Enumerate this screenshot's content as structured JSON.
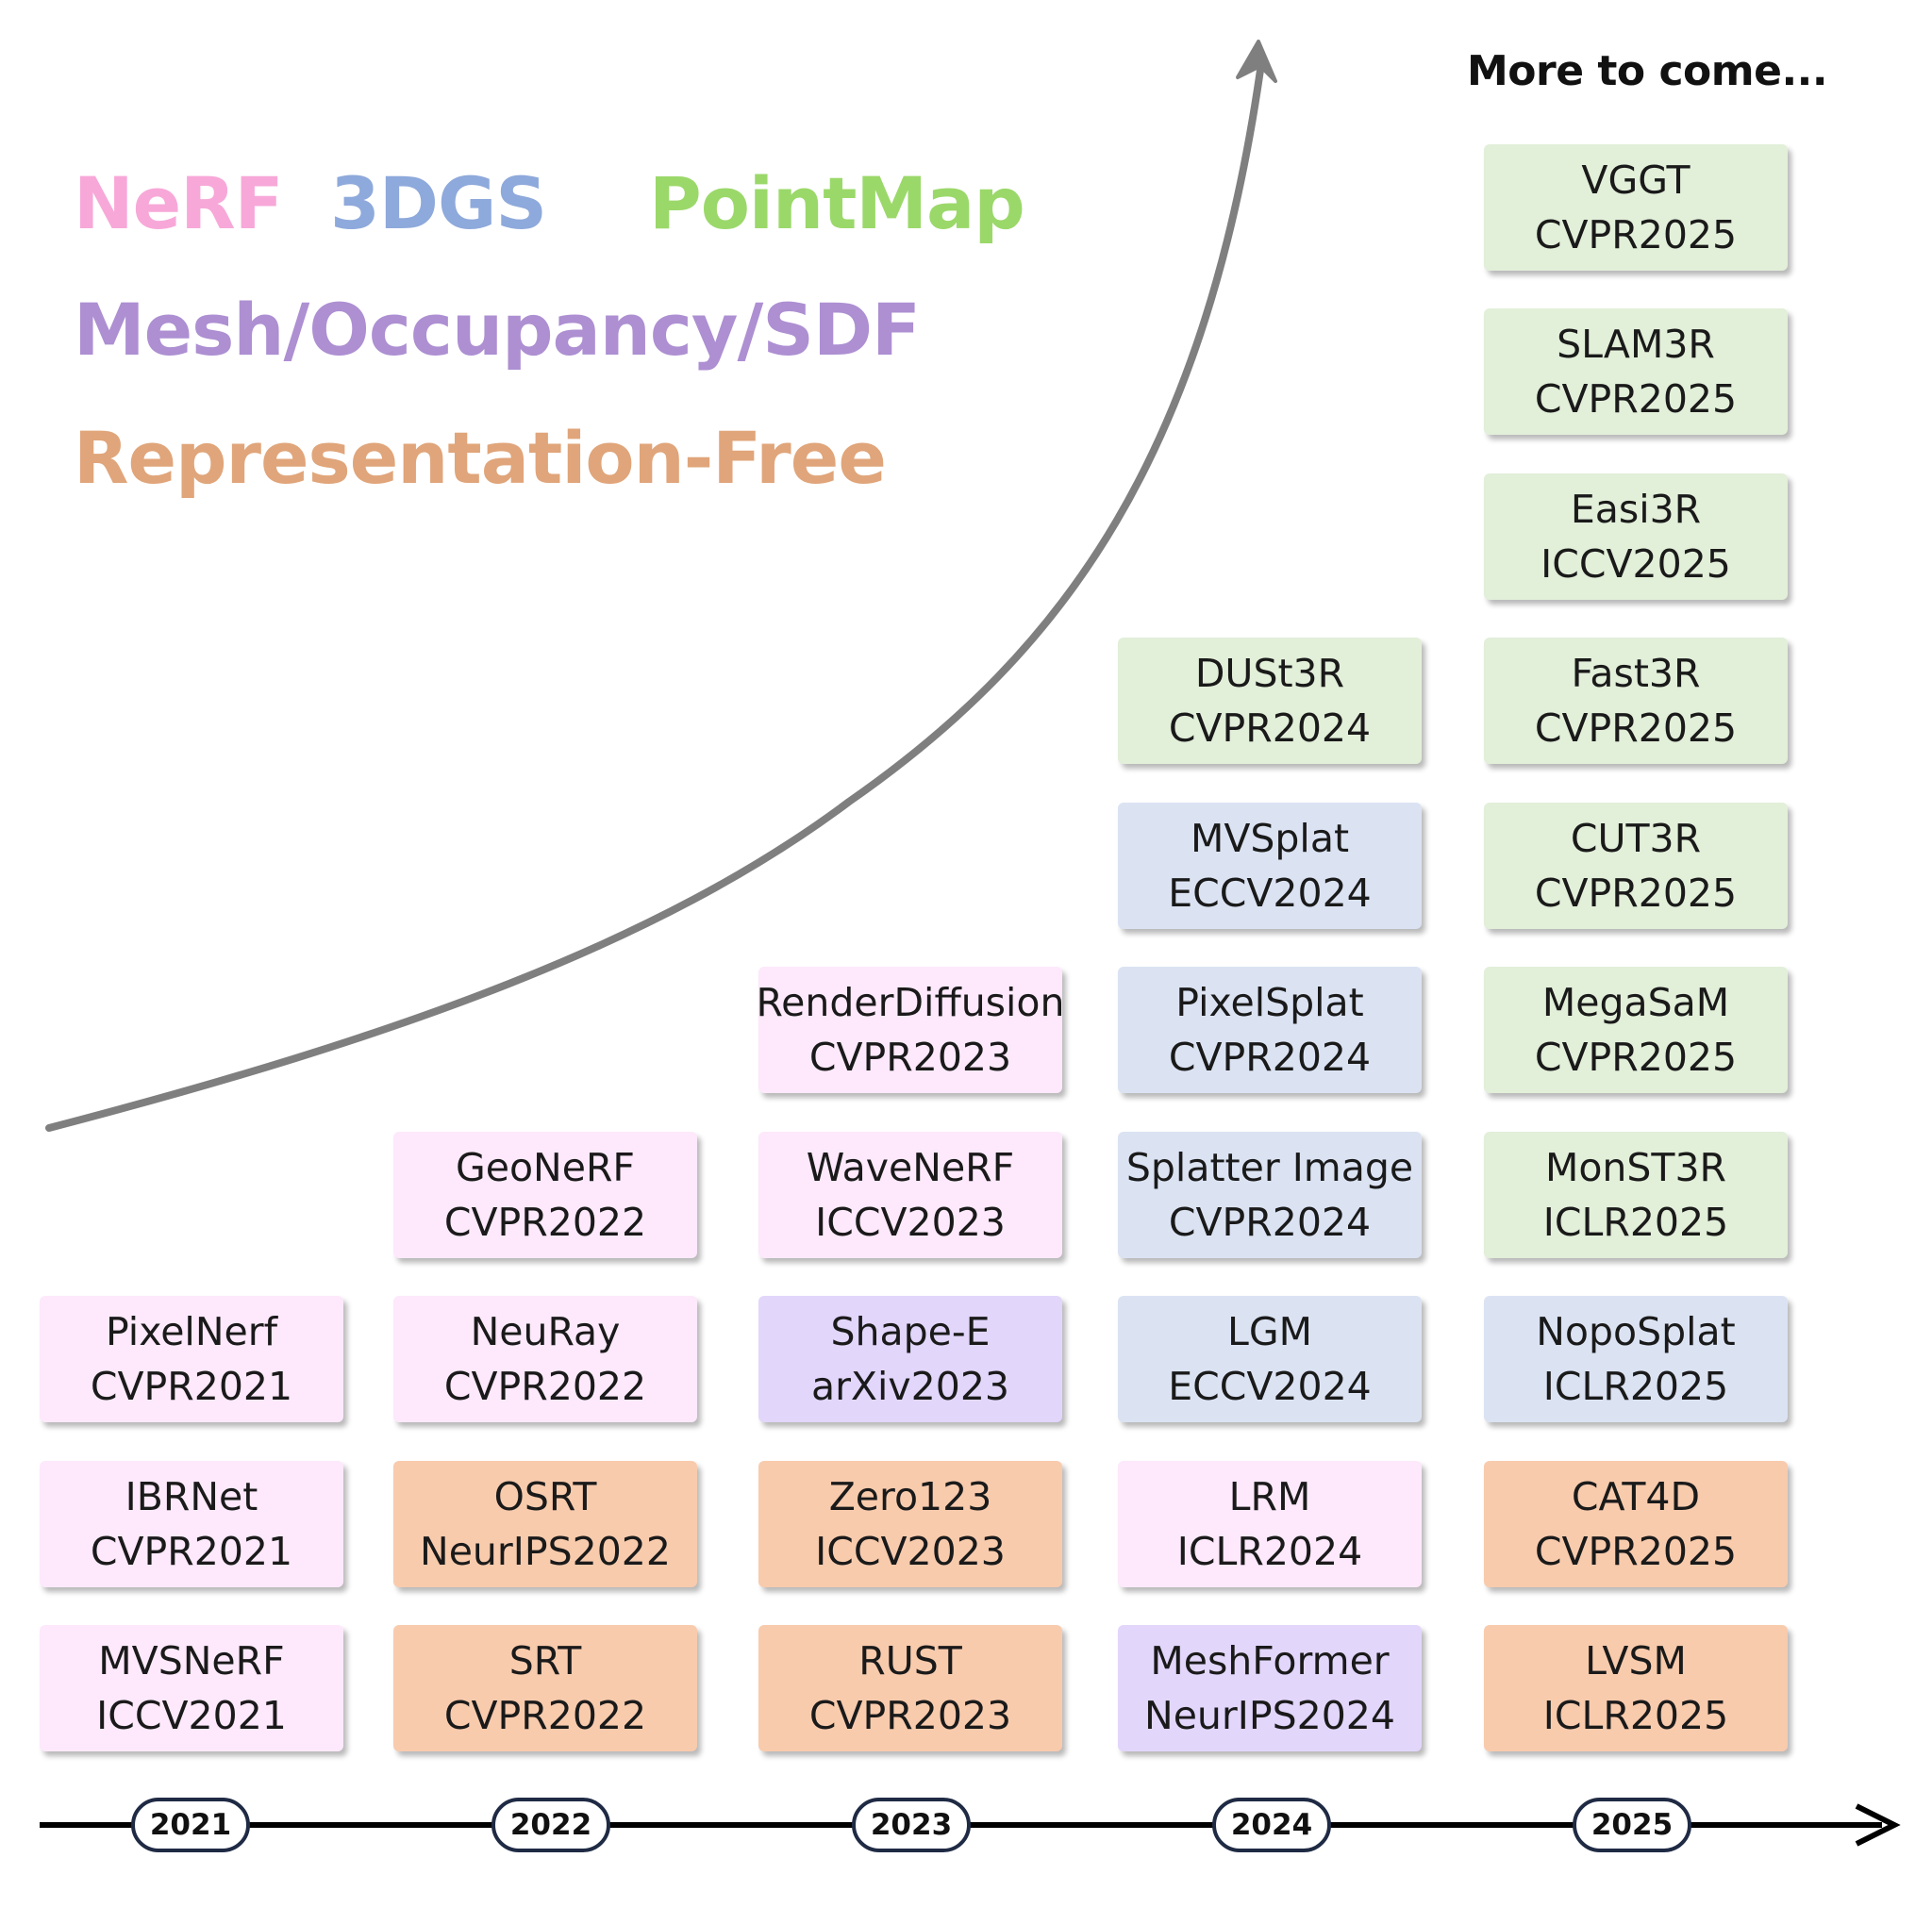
{
  "legend": [
    {
      "label": "NeRF",
      "color": "#f7a8d8"
    },
    {
      "label": "3DGS",
      "color": "#8ea9db"
    },
    {
      "label": "PointMap",
      "color": "#9bd86a"
    },
    {
      "label": "Mesh/Occupancy/SDF",
      "color": "#ad8fd2"
    },
    {
      "label": "Representation-Free",
      "color": "#e0a57a"
    }
  ],
  "more_to_come": "More to come...",
  "years": [
    "2021",
    "2022",
    "2023",
    "2024",
    "2025"
  ],
  "columns": [
    [
      {
        "name": "MVSNeRF",
        "venue": "ICCV2021",
        "category": "nerf"
      },
      {
        "name": "IBRNet",
        "venue": "CVPR2021",
        "category": "nerf"
      },
      {
        "name": "PixelNerf",
        "venue": "CVPR2021",
        "category": "nerf"
      }
    ],
    [
      {
        "name": "SRT",
        "venue": "CVPR2022",
        "category": "rf"
      },
      {
        "name": "OSRT",
        "venue": "NeurIPS2022",
        "category": "rf"
      },
      {
        "name": "NeuRay",
        "venue": "CVPR2022",
        "category": "nerf"
      },
      {
        "name": "GeoNeRF",
        "venue": "CVPR2022",
        "category": "nerf"
      }
    ],
    [
      {
        "name": "RUST",
        "venue": "CVPR2023",
        "category": "rf"
      },
      {
        "name": "Zero123",
        "venue": "ICCV2023",
        "category": "rf"
      },
      {
        "name": "Shape-E",
        "venue": "arXiv2023",
        "category": "mesh"
      },
      {
        "name": "WaveNeRF",
        "venue": "ICCV2023",
        "category": "nerf"
      },
      {
        "name": "RenderDiffusion",
        "venue": "CVPR2023",
        "category": "nerf"
      }
    ],
    [
      {
        "name": "MeshFormer",
        "venue": "NeurIPS2024",
        "category": "mesh"
      },
      {
        "name": "LRM",
        "venue": "ICLR2024",
        "category": "nerf"
      },
      {
        "name": "LGM",
        "venue": "ECCV2024",
        "category": "dgs"
      },
      {
        "name": "Splatter Image",
        "venue": "CVPR2024",
        "category": "dgs"
      },
      {
        "name": "PixelSplat",
        "venue": "CVPR2024",
        "category": "dgs"
      },
      {
        "name": "MVSplat",
        "venue": "ECCV2024",
        "category": "dgs"
      },
      {
        "name": "DUSt3R",
        "venue": "CVPR2024",
        "category": "pm"
      }
    ],
    [
      {
        "name": "LVSM",
        "venue": "ICLR2025",
        "category": "rf"
      },
      {
        "name": "CAT4D",
        "venue": "CVPR2025",
        "category": "rf"
      },
      {
        "name": "NopoSplat",
        "venue": "ICLR2025",
        "category": "dgs"
      },
      {
        "name": "MonST3R",
        "venue": "ICLR2025",
        "category": "pm"
      },
      {
        "name": "MegaSaM",
        "venue": "CVPR2025",
        "category": "pm"
      },
      {
        "name": "CUT3R",
        "venue": "CVPR2025",
        "category": "pm"
      },
      {
        "name": "Fast3R",
        "venue": "CVPR2025",
        "category": "pm"
      },
      {
        "name": "Easi3R",
        "venue": "ICCV2025",
        "category": "pm"
      },
      {
        "name": "SLAM3R",
        "venue": "CVPR2025",
        "category": "pm"
      },
      {
        "name": "VGGT",
        "venue": "CVPR2025",
        "category": "pm"
      }
    ]
  ]
}
